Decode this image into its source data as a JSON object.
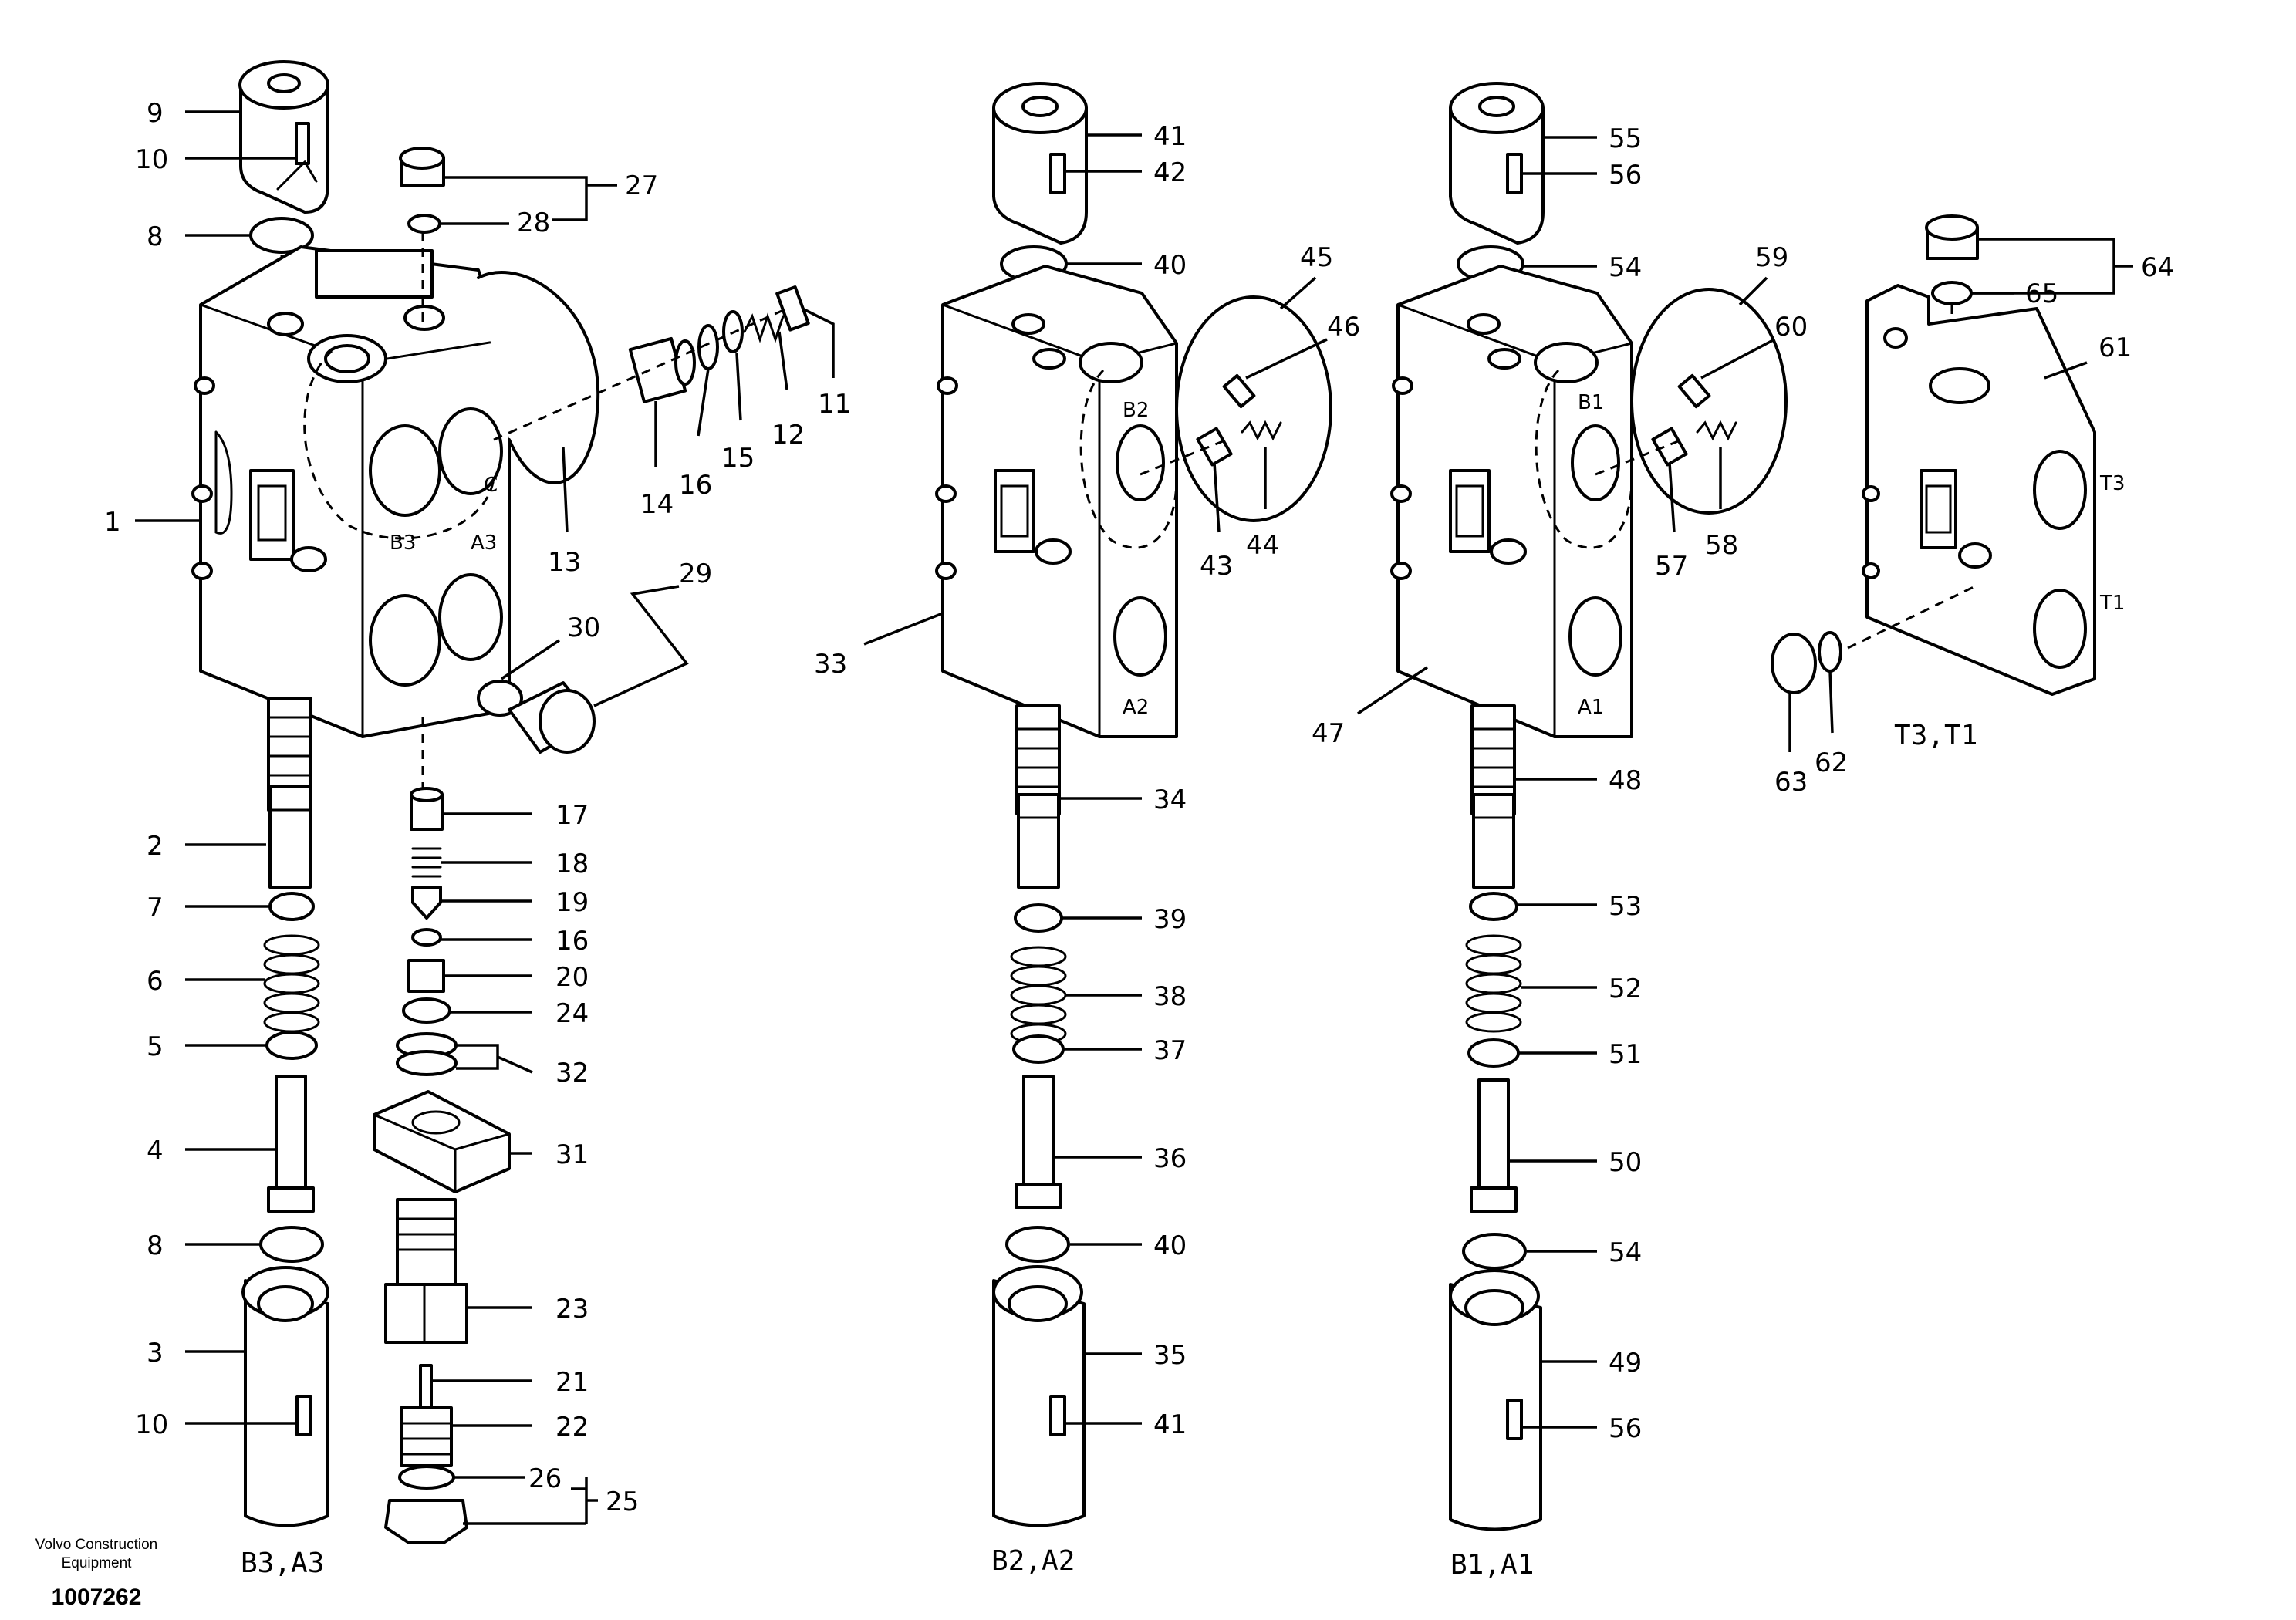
{
  "drawing": {
    "brand_line1": "Volvo Construction",
    "brand_line2": "Equipment",
    "document_number": "1007262"
  },
  "sections": {
    "b3_a3": {
      "caption": "B3,A3",
      "ports": [
        "B3",
        "A3",
        "C"
      ],
      "callouts": [
        "1",
        "2",
        "3",
        "4",
        "5",
        "6",
        "7",
        "8",
        "9",
        "10",
        "11",
        "12",
        "13",
        "14",
        "15",
        "16",
        "17",
        "18",
        "19",
        "16",
        "20",
        "21",
        "22",
        "23",
        "24",
        "25",
        "26",
        "27",
        "28",
        "29",
        "30",
        "31",
        "32",
        "8",
        "10"
      ]
    },
    "b2_a2": {
      "caption": "B2,A2",
      "ports": [
        "B2",
        "A2"
      ],
      "callouts": [
        "33",
        "34",
        "35",
        "36",
        "37",
        "38",
        "39",
        "40",
        "41",
        "42",
        "43",
        "44",
        "45",
        "46",
        "40",
        "41"
      ]
    },
    "b1_a1": {
      "caption": "B1,A1",
      "ports": [
        "B1",
        "A1"
      ],
      "callouts": [
        "47",
        "48",
        "49",
        "50",
        "51",
        "52",
        "53",
        "54",
        "55",
        "56",
        "57",
        "58",
        "59",
        "60",
        "54",
        "56"
      ]
    },
    "t3_t1": {
      "caption": "T3,T1",
      "ports": [
        "T3",
        "T1"
      ],
      "callouts": [
        "61",
        "62",
        "63",
        "64",
        "65"
      ]
    }
  }
}
